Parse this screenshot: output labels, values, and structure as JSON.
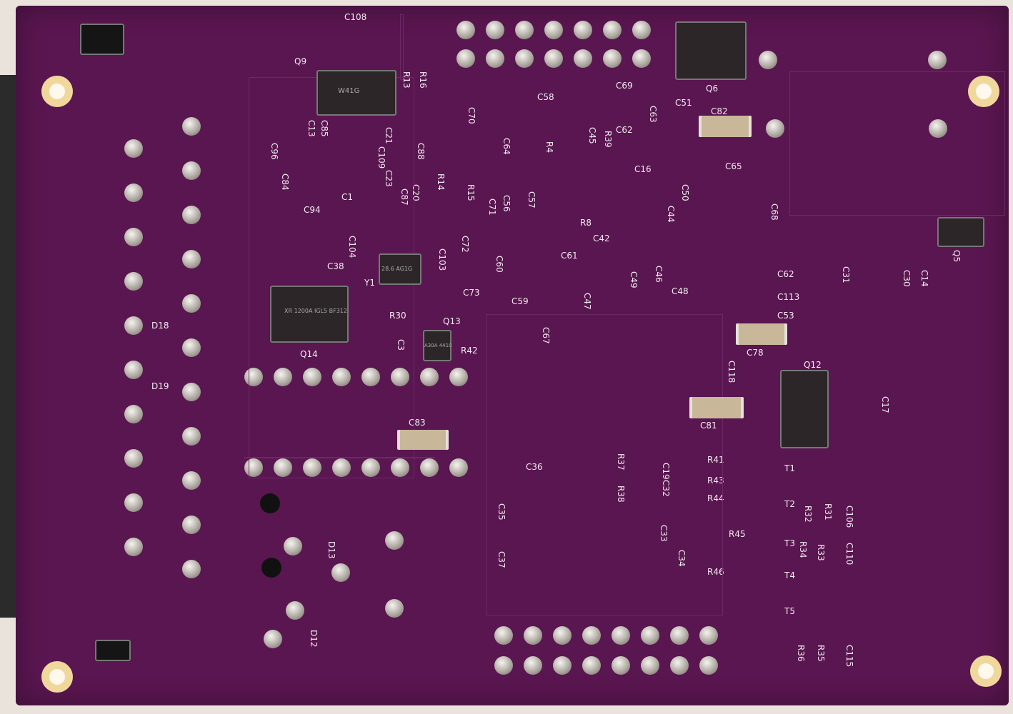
{
  "board": {
    "color": "#5a1650",
    "silkscreen_color": "#f1ecf0"
  },
  "silkscreen_labels": [
    "C108",
    "Q9",
    "R13",
    "R16",
    "C13",
    "C85",
    "C21",
    "C109",
    "C88",
    "C96",
    "C84",
    "C94",
    "C1",
    "C23",
    "C20",
    "C87",
    "R14",
    "R15",
    "C70",
    "C64",
    "C58",
    "R4",
    "C45",
    "R39",
    "C69",
    "C62",
    "C63",
    "C51",
    "C82",
    "C65",
    "C16",
    "C71",
    "C56",
    "C57",
    "C42",
    "R8",
    "C44",
    "C50",
    "C68",
    "C104",
    "C38",
    "C103",
    "Y1",
    "C72",
    "C60",
    "C59",
    "R30",
    "C73",
    "C61",
    "C49",
    "C46",
    "C48",
    "C47",
    "C67",
    "Q13",
    "R42",
    "C3",
    "Q14",
    "D18",
    "D19",
    "C62",
    "C113",
    "C53",
    "C78",
    "C118",
    "Q12",
    "C17",
    "C81",
    "C83",
    "C36",
    "R37",
    "R38",
    "C19",
    "C32",
    "R41",
    "R43",
    "R44",
    "R45",
    "R46",
    "T1",
    "T2",
    "T3",
    "T4",
    "T5",
    "R32",
    "R31",
    "C106",
    "R34",
    "R33",
    "C110",
    "R36",
    "R35",
    "C115",
    "C33",
    "C34",
    "C35",
    "C37",
    "D13",
    "D12",
    "Q6",
    "C31",
    "C30",
    "C14",
    "Q5"
  ],
  "chip_markings": {
    "q9": "W41G",
    "q14": "XR 1200A IGL5 BF312",
    "y1": "28.6 AG1G",
    "q13": "A30A 4410"
  }
}
